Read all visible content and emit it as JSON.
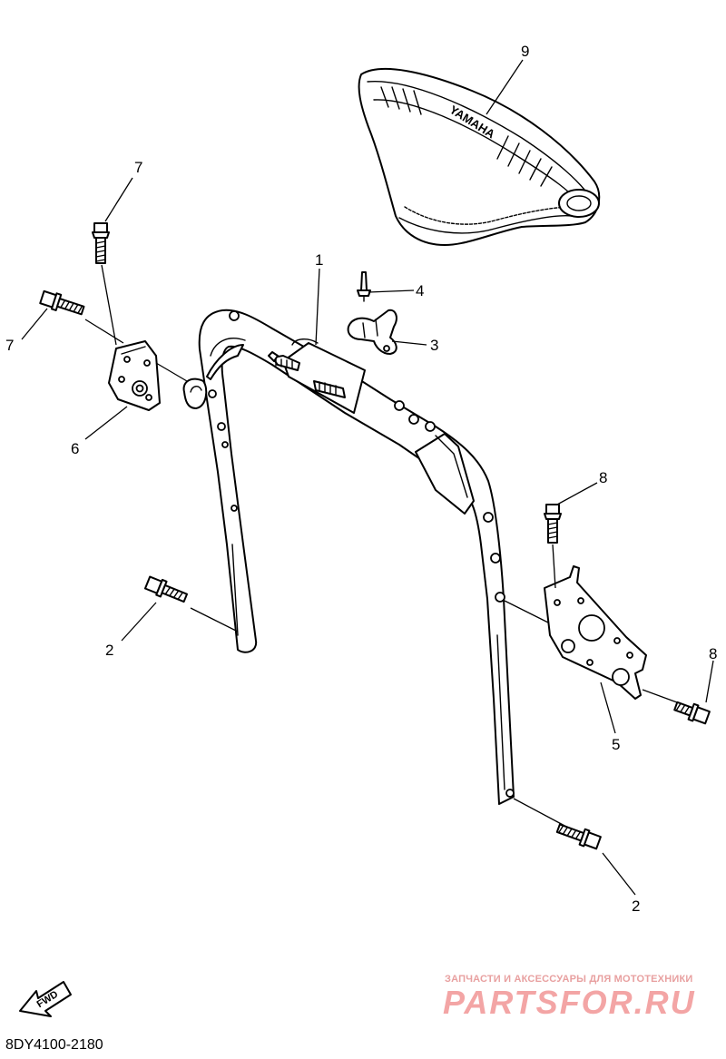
{
  "callouts": {
    "c1": "1",
    "c2a": "2",
    "c2b": "2",
    "c3": "3",
    "c4": "4",
    "c5": "5",
    "c6": "6",
    "c7a": "7",
    "c7b": "7",
    "c8a": "8",
    "c8b": "8",
    "c9": "9"
  },
  "seat_brand": "YAMAHA",
  "fwd_label": "FWD",
  "diagram_code": "8DY4100-2180",
  "watermark": {
    "tagline": "ЗАПЧАСТИ И АКСЕССУАРЫ ДЛЯ МОТОТЕХНИКИ",
    "logo": "PARTSFOR.RU"
  }
}
